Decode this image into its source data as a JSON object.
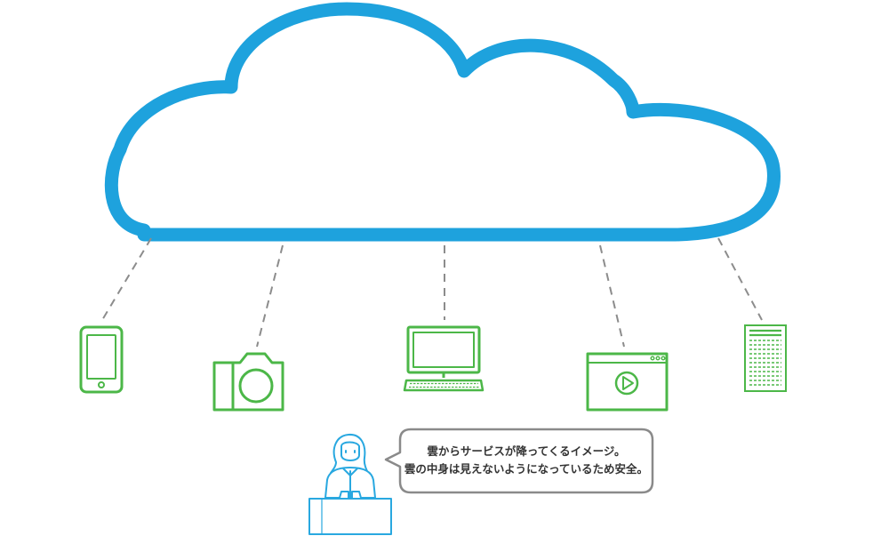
{
  "speech_bubble": {
    "line1": "雲からサービスが降ってくるイメージ。",
    "line2": "雲の中身は見えないようになっているため安全。"
  },
  "colors": {
    "cloud": "#1ea2dd",
    "device": "#4cb748",
    "person": "#29a8e0",
    "connector": "#8c8c8c",
    "bubble_border": "#8a8a8a"
  },
  "icons": [
    "cloud-icon",
    "smartphone-icon",
    "camera-icon",
    "desktop-computer-icon",
    "video-player-icon",
    "document-icon",
    "person-icon",
    "speech-bubble"
  ]
}
